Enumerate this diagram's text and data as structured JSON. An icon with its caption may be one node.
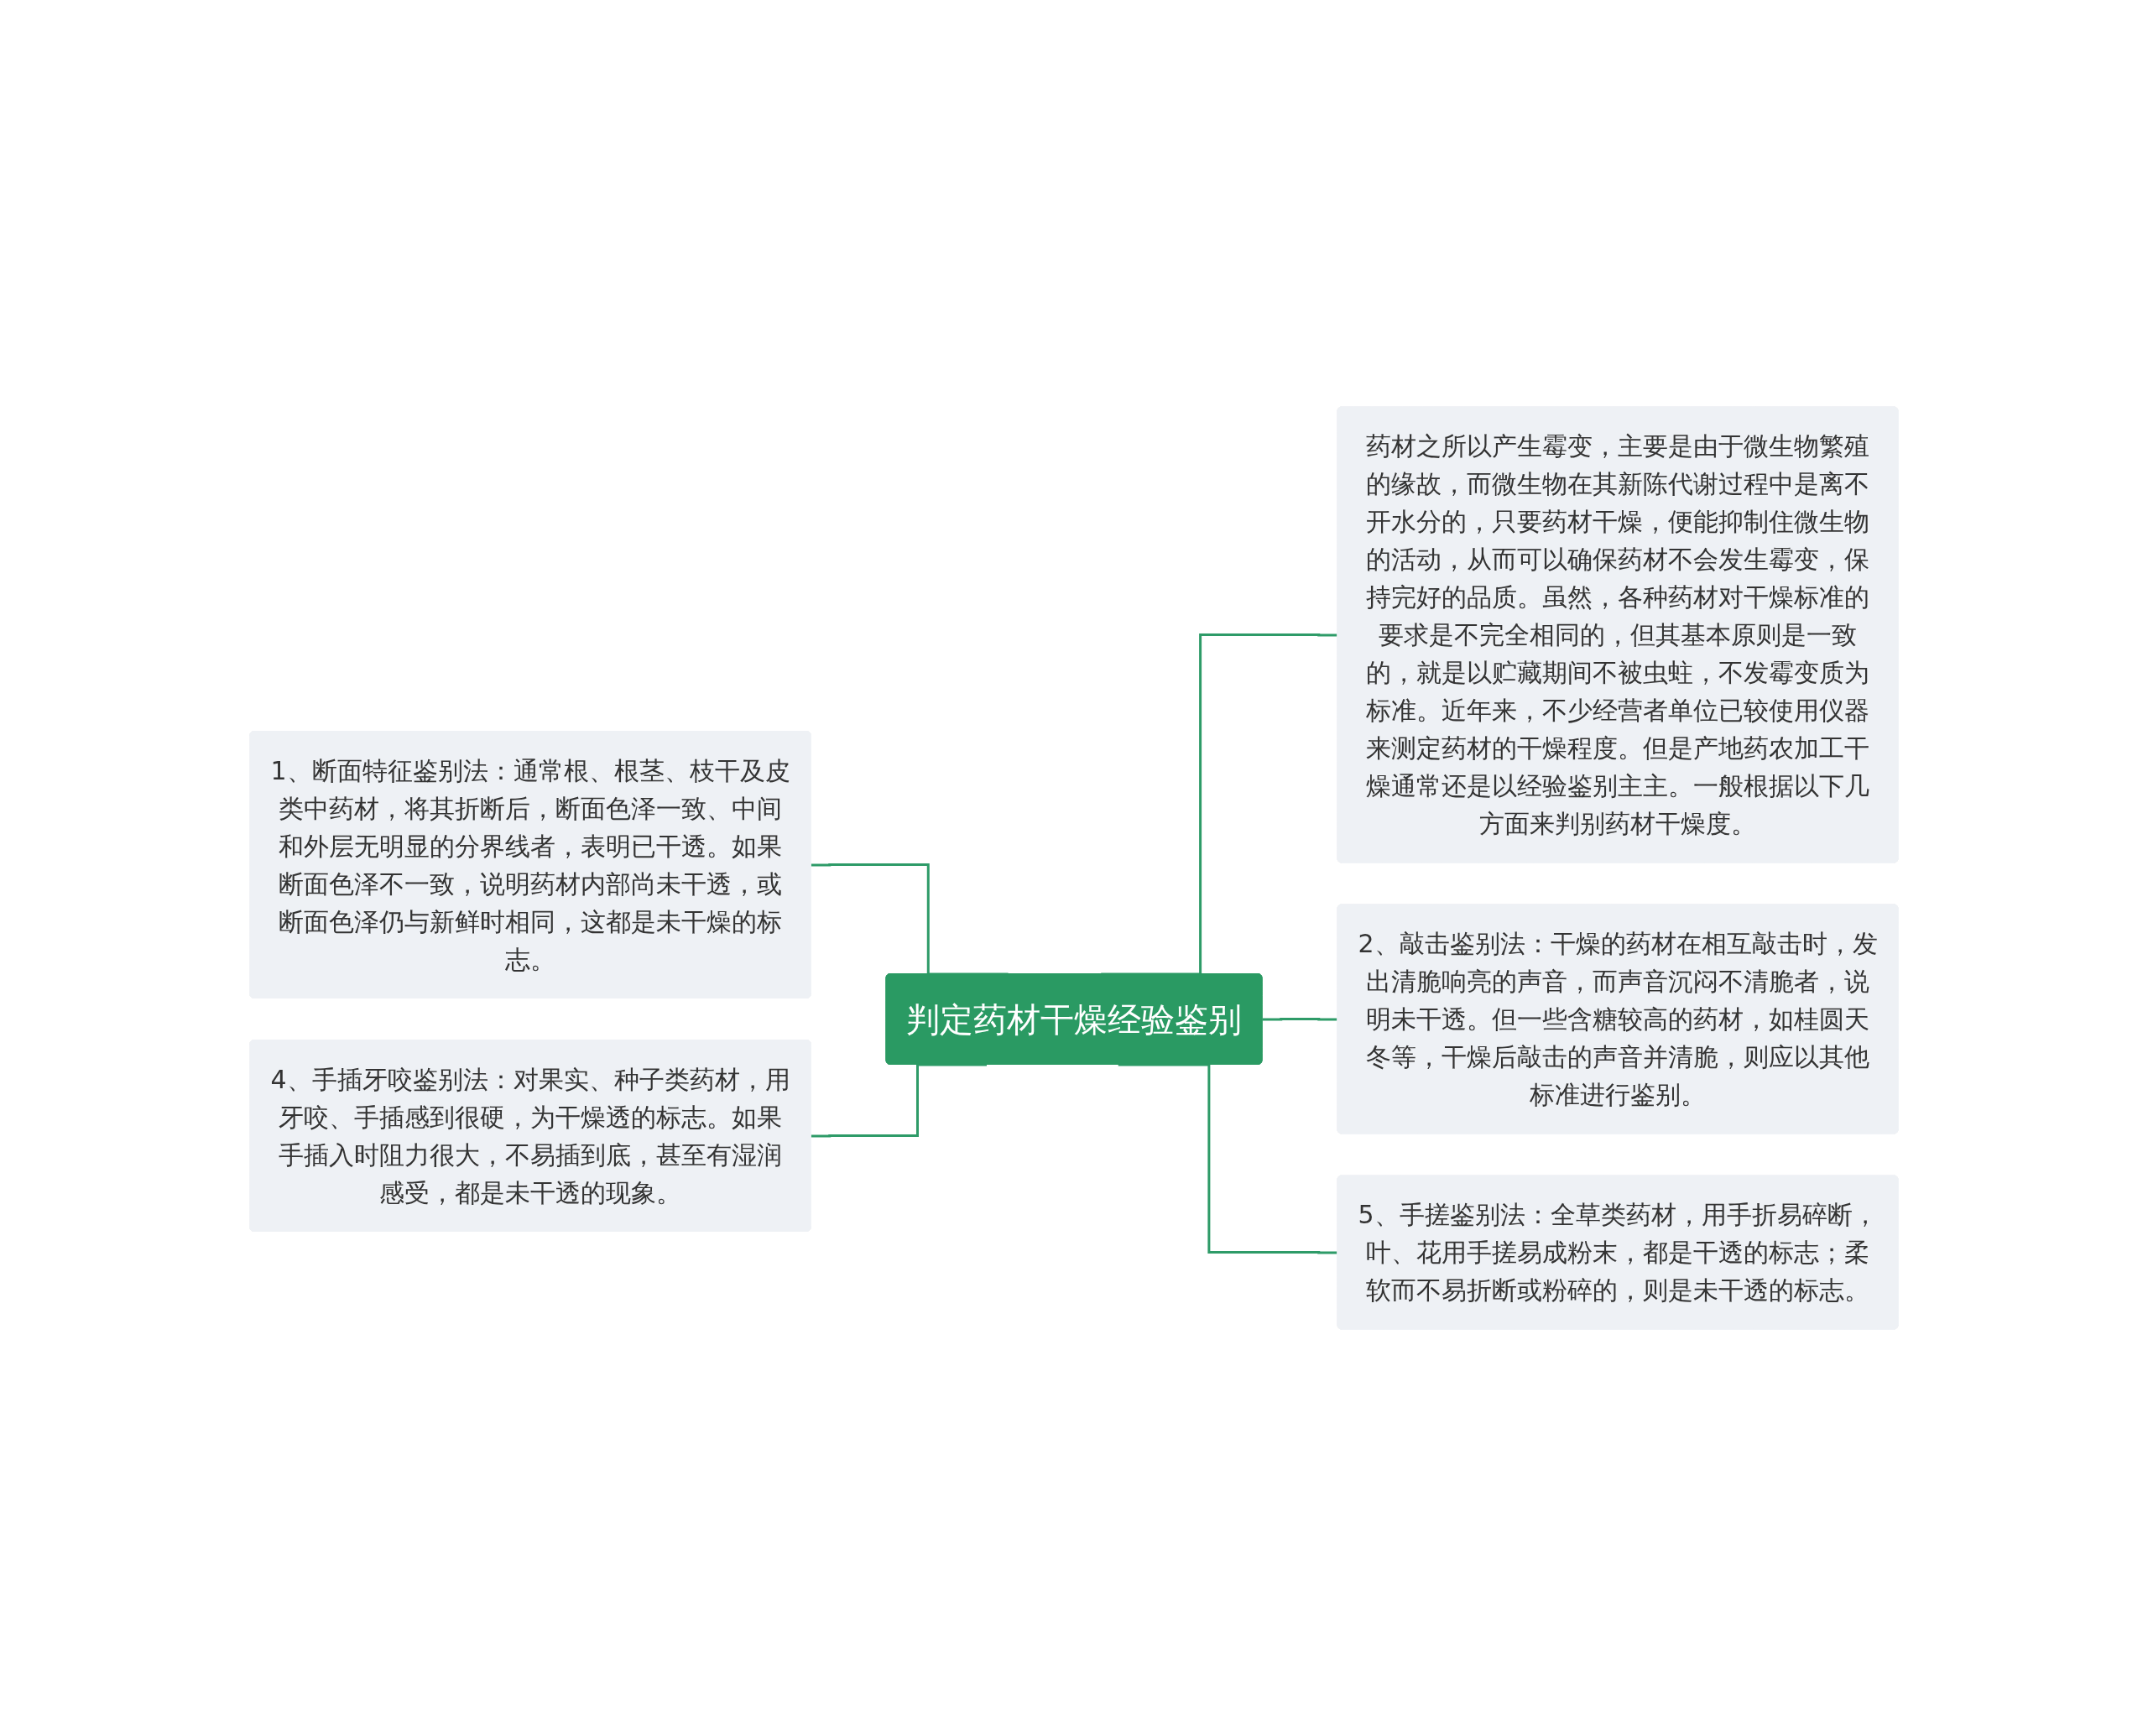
{
  "diagram": {
    "nodes": [
      {
        "text": [
          "判定药材干燥经验鉴别"
        ]
      },
      {
        "text": [
          "1、断面特征鉴别法：通常根、根茎、枝干及皮类中药材，将其折断后，断面色泽一致、中间和外层无明显的分界线者，表明已干透。如果断面色泽不一致，说明药材内部尚未干透，或断面色泽仍与新鲜时相同，这都是未干燥的标志。"
        ]
      },
      {
        "text": [
          "4、手插牙咬鉴别法：对果实、种子类药材，用牙咬、手插感到很硬，为干燥透的标志。如果手插入时阻力很大，不易插到底，甚至有湿润感受，都是未干透的现象。"
        ]
      },
      {
        "text": [
          "药材之所以产生霉变，主要是由于微生物繁殖的缘故，而微生物在其新陈代谢过程中是离不开水分的，只要药材干燥，便能抑制住微生物的活动，从而可以确保药材不会发生霉变，保持完好的品质。虽然，各种药材对干燥标准的要求是不完全相同的，但其基本原则是一致的，就是以贮藏期间不被虫蛀，不发霉变质为标准。近年来，不少经营者单位已较使用仪器来测定药材的干燥程度。但是产地药农加工干燥通常还是以经验鉴别主主。一般根据以下几方面来判别药材干燥度。"
        ]
      },
      {
        "text": [
          "2、敲击鉴别法：干燥的药材在相互敲击时，发出清脆响亮的声音，而声音沉闷不清脆者，说明未干透。但一些含糖较高的药材，如桂圆天冬等，干燥后敲击的声音并清脆，则应以其他标准进行鉴别。"
        ]
      },
      {
        "text": [
          "5、手搓鉴别法：全草类药材，用手折易碎断，叶、花用手搓易成粉末，都是干透的标志；柔软而不易折断或粉碎的，则是未干透的标志。"
        ]
      }
    ],
    "edges": [
      {
        "from": 1,
        "to": 0,
        "arrow": "none"
      },
      {
        "from": 2,
        "to": 0,
        "arrow": "none"
      },
      {
        "from": 0,
        "to": 3,
        "arrow": "none"
      },
      {
        "from": 0,
        "to": 4,
        "arrow": "none"
      },
      {
        "from": 0,
        "to": 5,
        "arrow": "none"
      }
    ]
  }
}
